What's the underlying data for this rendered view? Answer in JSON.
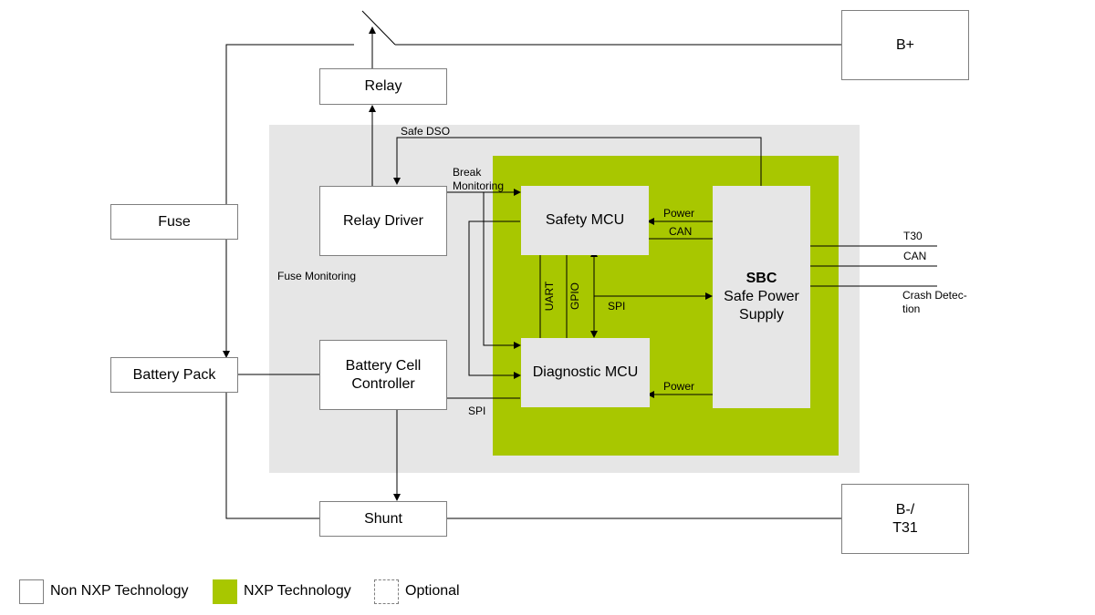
{
  "blocks": {
    "bplus": "B+",
    "relay": "Relay",
    "fuse": "Fuse",
    "relay_driver": "Relay Driver",
    "safety_mcu": "Safety MCU",
    "diagnostic_mcu": "Diagnostic MCU",
    "sbc_title": "SBC",
    "sbc_line2": "Safe Power",
    "sbc_line3": "Supply",
    "battery_pack": "Battery Pack",
    "bcc_line1": "Battery Cell",
    "bcc_line2": "Controller",
    "shunt": "Shunt",
    "bminus_line1": "B-/",
    "bminus_line2": "T31"
  },
  "labels": {
    "safe_dso": "Safe DSO",
    "break_monitoring_1": "Break",
    "break_monitoring_2": "Monitoring",
    "fuse_monitoring": "Fuse Monitoring",
    "power_safety": "Power",
    "can_internal": "CAN",
    "uart": "UART",
    "gpio": "GPIO",
    "spi_mcu": "SPI",
    "power_diag": "Power",
    "spi_bcc": "SPI",
    "t30": "T30",
    "can_external": "CAN",
    "crash_1": "Crash Detec-",
    "crash_2": "tion"
  },
  "legend": {
    "non_nxp": "Non NXP Technology",
    "nxp": "NXP Technology",
    "optional": "Optional"
  },
  "colors": {
    "nxp_green": "#a8c700",
    "module_gray": "#e6e6e6",
    "line": "#000000",
    "box_border": "#7f7f7f"
  }
}
